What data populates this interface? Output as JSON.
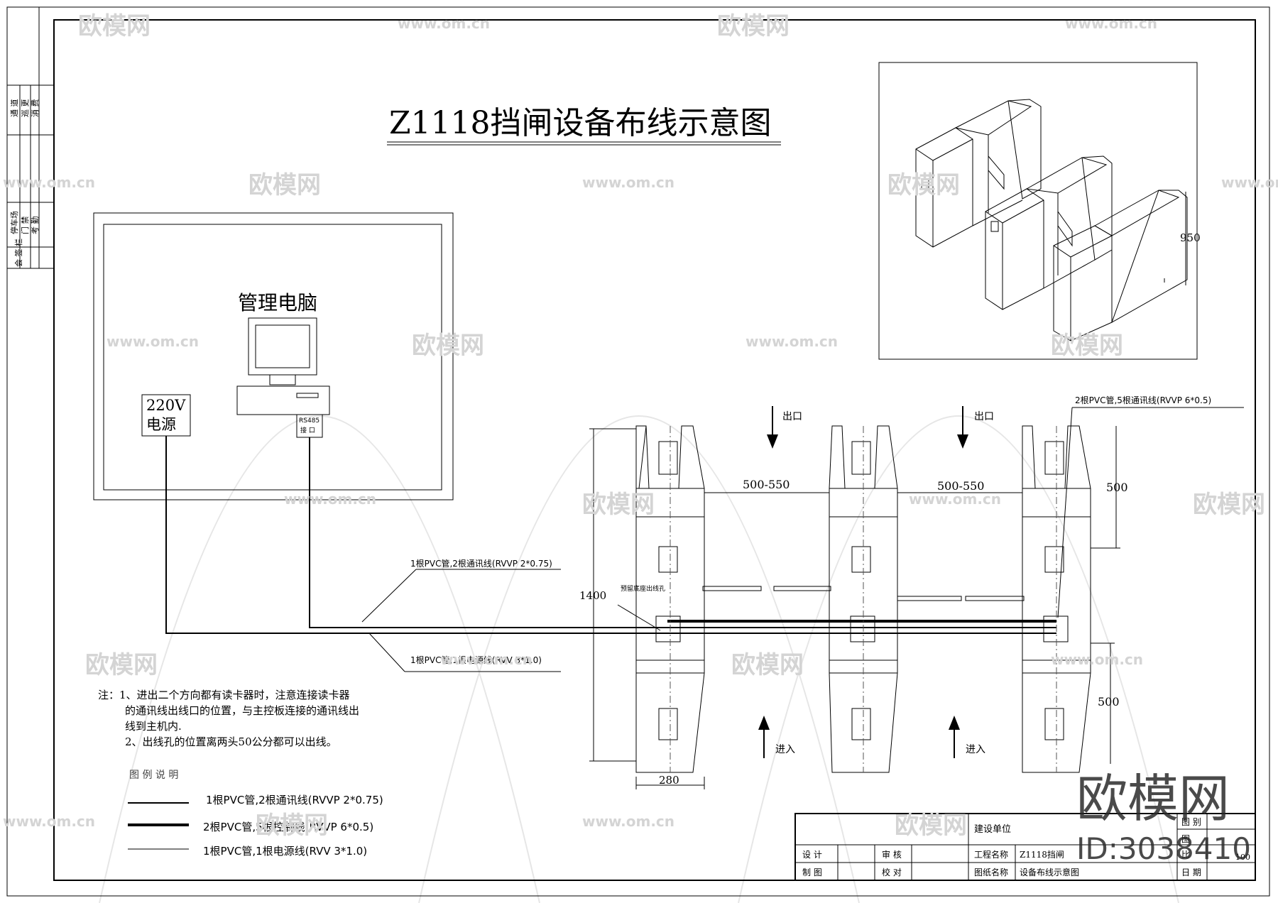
{
  "title": "Z1118挡闸设备布线示意图",
  "watermark": {
    "brand": "欧模网",
    "url": "www.om.cn",
    "logo_text": "欧模网",
    "id_text": "ID:3038410"
  },
  "side_table": {
    "top": [
      "通 道",
      "巡 更",
      "消 费"
    ],
    "middle": [
      "停车场",
      "门 禁",
      "考 勤"
    ],
    "bottom": [
      "会 签 栏"
    ]
  },
  "computer": {
    "label": "管理电脑",
    "port": [
      "RS485",
      "接 口"
    ]
  },
  "power": {
    "line1": "220V",
    "line2": "电源"
  },
  "cable_labels": {
    "comm": "1根PVC管,2根通讯线(RVVP 2*0.75)",
    "power": "1根PVC管,1根电源线(RVV 3*1.0)",
    "control": "2根PVC管,5根通讯线(RVVP 6*0.5)"
  },
  "plan": {
    "exit": "出口",
    "enter": "进入",
    "gap1": "500-550",
    "gap2": "500-550",
    "length": "1400",
    "width": "280",
    "end_top": "500",
    "end_bottom": "500",
    "hole_note": "预留底座出线孔"
  },
  "iso": {
    "height": "950"
  },
  "notes": {
    "line1": "注：1、进出二个方向都有读卡器时，注意连接读卡器",
    "line2": "的通讯线出线口的位置，与主控板连接的通讯线出",
    "line3": "线到主机内.",
    "line4": "2、出线孔的位置离两头50公分都可以出线。"
  },
  "legend": {
    "title": "图 例 说 明",
    "items": [
      "1根PVC管,2根通讯线(RVVP 2*0.75)",
      "2根PVC管,5根控制线(RVVP 6*0.5)",
      "1根PVC管,1根电源线(RVV 3*1.0)"
    ]
  },
  "title_block": {
    "build_unit": "建设单位",
    "design": "设 计",
    "review": "审 核",
    "draw": "制 图",
    "check": "校 对",
    "project_label": "工程名称",
    "project_value": "Z1118挡闸",
    "drawing_label": "图纸名称",
    "drawing_value": "设备布线示意图",
    "category": "图 别",
    "drawing_no": "图",
    "scale": "比",
    "date": "日 期",
    "scale_value": "100"
  }
}
